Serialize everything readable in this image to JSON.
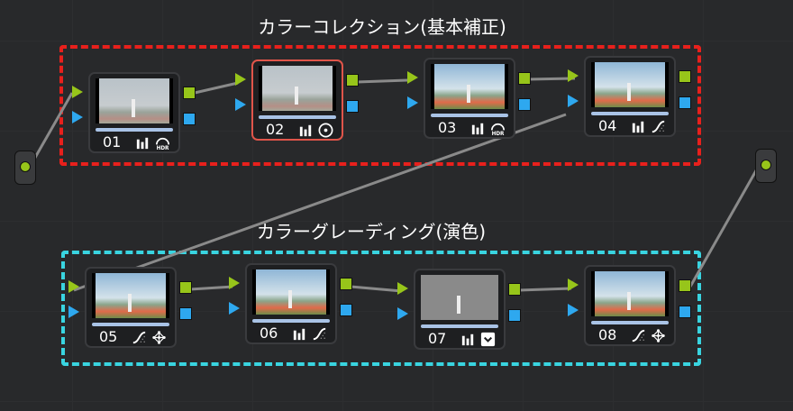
{
  "groups": [
    {
      "title": "カラーコレクション(基本補正)",
      "border_color": "#e8201c"
    },
    {
      "title": "カラーグレーディング(演色)",
      "border_color": "#39d4e0"
    }
  ],
  "nodes": [
    {
      "label": "01",
      "thumbnail": "flat",
      "icons": [
        "bars-icon",
        "hdr-icon"
      ],
      "selected": false
    },
    {
      "label": "02",
      "thumbnail": "flat",
      "icons": [
        "bars-icon",
        "circle-dot-icon"
      ],
      "selected": true
    },
    {
      "label": "03",
      "thumbnail": "color",
      "icons": [
        "bars-icon",
        "hdr-icon"
      ],
      "selected": false
    },
    {
      "label": "04",
      "thumbnail": "color",
      "icons": [
        "bars-icon",
        "curves-icon"
      ],
      "selected": false
    },
    {
      "label": "05",
      "thumbnail": "color",
      "icons": [
        "curves-icon",
        "color-warper-icon"
      ],
      "selected": false
    },
    {
      "label": "06",
      "thumbnail": "color",
      "icons": [
        "bars-icon",
        "curves-icon"
      ],
      "selected": false
    },
    {
      "label": "07",
      "thumbnail": "gray",
      "icons": [
        "bars-icon",
        "checkbox-icon"
      ],
      "selected": false
    },
    {
      "label": "08",
      "thumbnail": "color",
      "icons": [
        "curves-icon",
        "color-warper-icon"
      ],
      "selected": false
    }
  ],
  "colors": {
    "rgb_link": "#97c51a",
    "alpha_link": "#2ea8ef",
    "selected": "#e0554a"
  }
}
